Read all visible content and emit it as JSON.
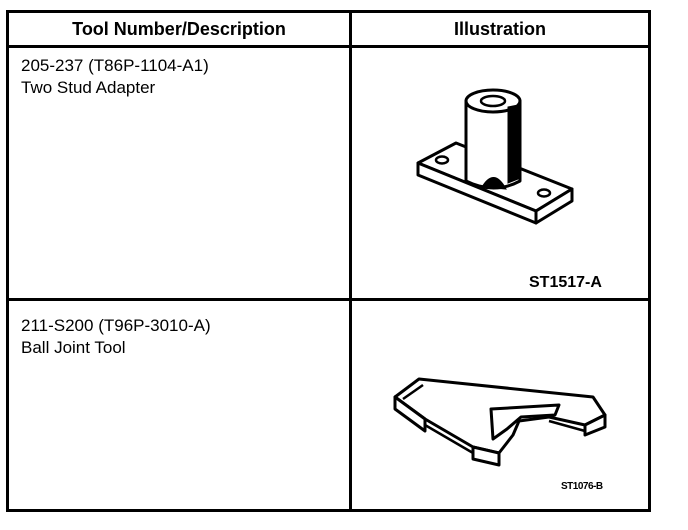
{
  "header": {
    "col1": "Tool Number/Description",
    "col2": "Illustration"
  },
  "rows": [
    {
      "number": "205-237 (T86P-1104-A1)",
      "description": "Two Stud Adapter",
      "illustration_code": "ST1517-A",
      "illustration_icon": "two-stud-adapter-drawing"
    },
    {
      "number": "211-S200 (T96P-3010-A)",
      "description": "Ball Joint Tool",
      "illustration_code": "ST1076-B",
      "illustration_icon": "ball-joint-tool-drawing"
    }
  ]
}
